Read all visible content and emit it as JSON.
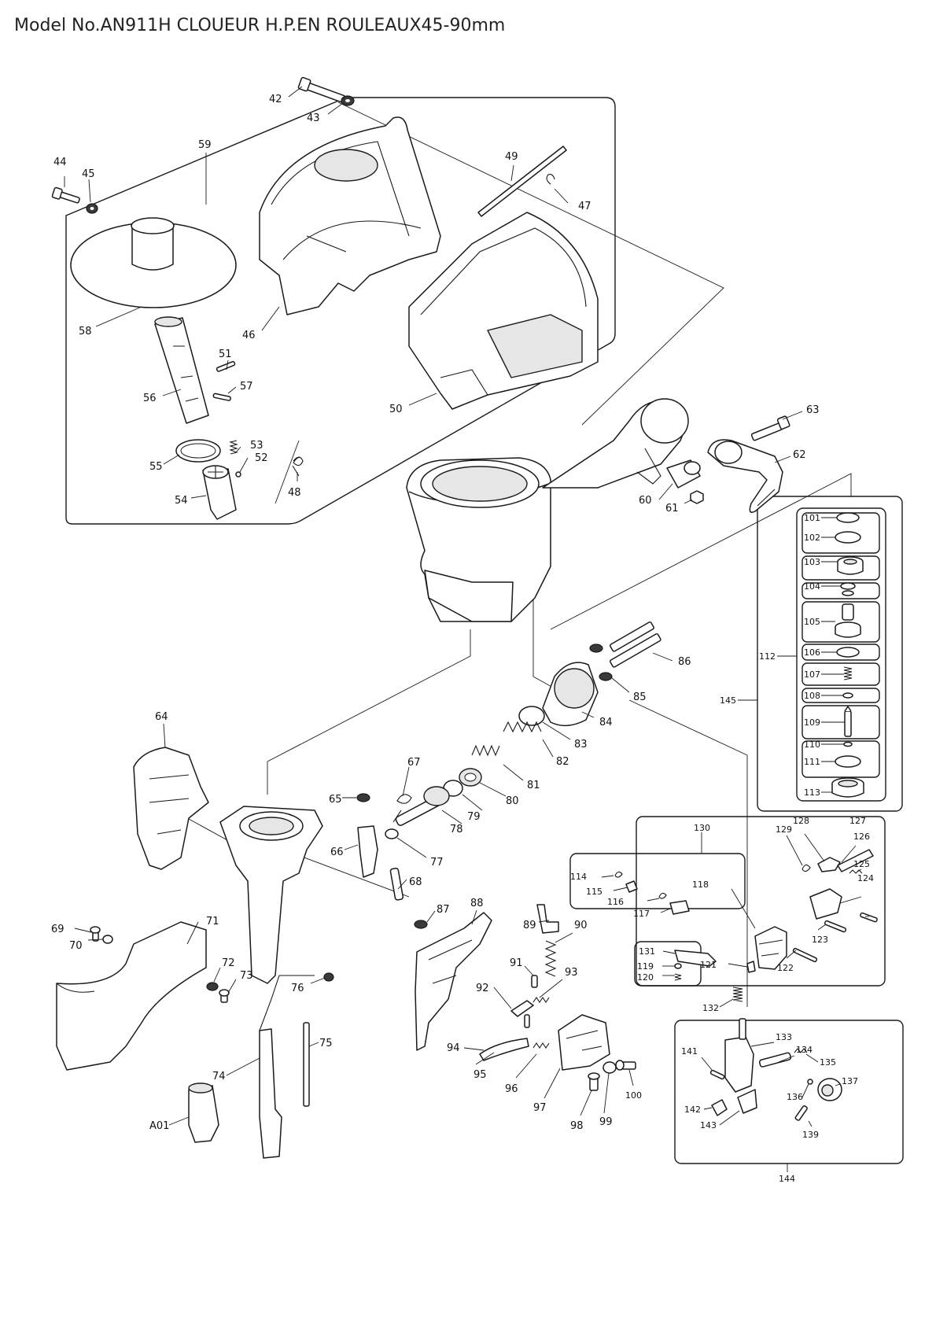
{
  "title": "Model No.AN911H CLOUEUR H.P.EN ROULEAUX45-90mm",
  "labels": {
    "p42": "42",
    "p43": "43",
    "p44": "44",
    "p45": "45",
    "p59": "59",
    "p49": "49",
    "p47": "47",
    "p58": "58",
    "p46": "46",
    "p50": "50",
    "p51": "51",
    "p57": "57",
    "p56": "56",
    "p53": "53",
    "p52": "52",
    "p55": "55",
    "p48": "48",
    "p54": "54",
    "p63": "63",
    "p62": "62",
    "p60": "60",
    "p61": "61",
    "p101": "101",
    "p102": "102",
    "p103": "103",
    "p104": "104",
    "p105": "105",
    "p106": "106",
    "p107": "107",
    "p108": "108",
    "p109": "109",
    "p110": "110",
    "p111": "111",
    "p113": "113",
    "p112": "112",
    "p145": "145",
    "p86": "86",
    "p85": "85",
    "p84": "84",
    "p83": "83",
    "p82": "82",
    "p81": "81",
    "p80": "80",
    "p79": "79",
    "p78": "78",
    "p77": "77",
    "p64": "64",
    "p67": "67",
    "p65": "65",
    "p66": "66",
    "p68": "68",
    "p87": "87",
    "p88": "88",
    "p89": "89",
    "p90": "90",
    "p91": "91",
    "p93": "93",
    "p92": "92",
    "p94": "94",
    "p95": "95",
    "p96": "96",
    "p97": "97",
    "p98": "98",
    "p99": "99",
    "p100": "100",
    "p69": "69",
    "p70": "70",
    "p71": "71",
    "p72": "72",
    "p73": "73",
    "p76": "76",
    "p75": "75",
    "p74": "74",
    "pA01": "A01",
    "p130": "130",
    "p129": "129",
    "p128": "128",
    "p127": "127",
    "p126": "126",
    "p125": "125",
    "p124": "124",
    "p114": "114",
    "p115": "115",
    "p116": "116",
    "p117": "117",
    "p118": "118",
    "p131": "131",
    "p119": "119",
    "p120": "120",
    "p121": "121",
    "p122": "122",
    "p123": "123",
    "p132": "132",
    "p133": "133",
    "p134": "134",
    "p135": "135",
    "p141": "141",
    "p137": "137",
    "p136": "136",
    "p142": "142",
    "p143": "143",
    "p139": "139",
    "p144": "144"
  }
}
